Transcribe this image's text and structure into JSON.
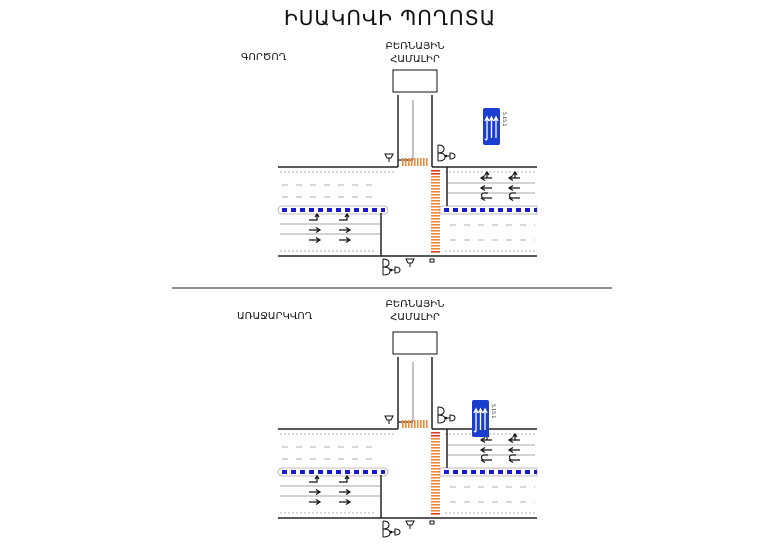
{
  "title": "ԻՍԱԿՈՎԻ ՊՈՂՈՏԱ",
  "panels": [
    {
      "label": "ԳՈՐԾՈՂ",
      "building_line1": "ԲԵՌՆԱՅԻՆ",
      "building_line2": "ՀԱՄԱԼԻՐ",
      "sign_code": "5.15.1"
    },
    {
      "label": "ԱՌԱՋԱՐԿՎՈՂ",
      "building_line1": "ԲԵՌՆԱՅԻՆ",
      "building_line2": "ՀԱՄԱԼԻՐ",
      "sign_code": "5.15.1"
    }
  ],
  "colors": {
    "road": "#222222",
    "median": "#1a1ad6",
    "crosswalk": "#f0883a",
    "crosswalk_stripe": "#e03a2a",
    "sign": "#1a3fd0",
    "lane_dash": "#999999"
  }
}
